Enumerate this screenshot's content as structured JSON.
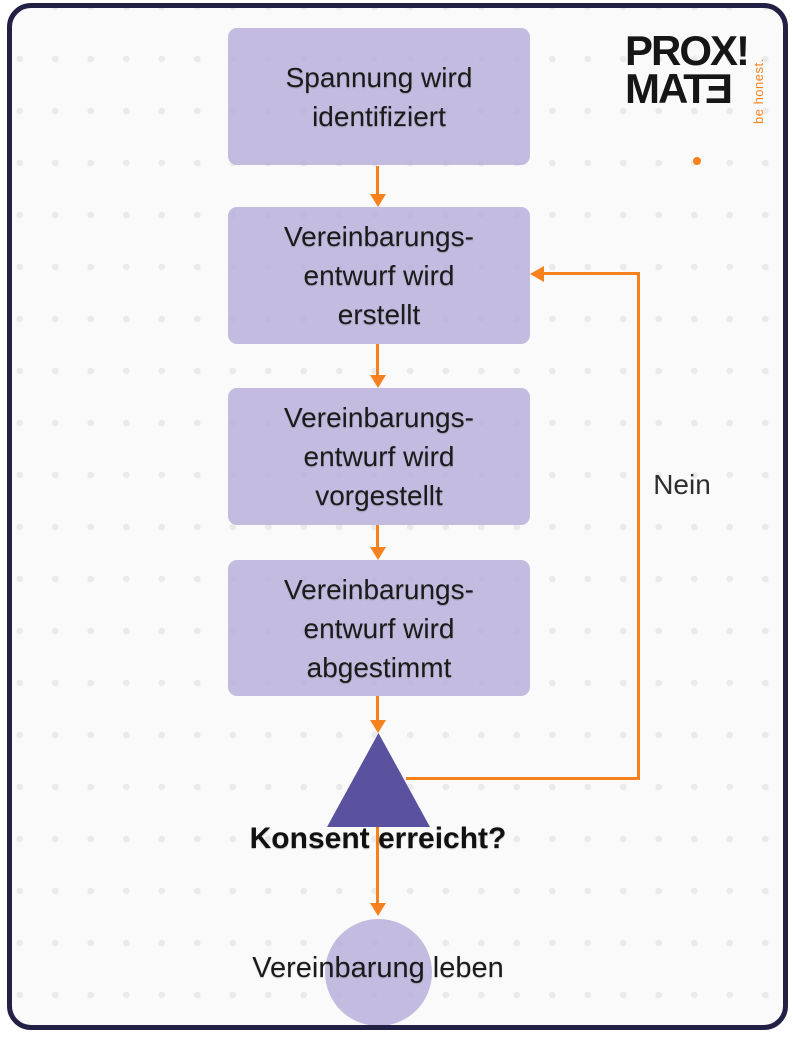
{
  "page": {
    "background": "#fafafa",
    "border_color": "#232046",
    "dot_color": "#eaeaea"
  },
  "logo": {
    "line1": "PROX!",
    "line2_prefix": "MAT",
    "line2_mirrored_letter": "E",
    "tagline": "be honest.",
    "text_color": "#161616",
    "accent": "#f5821f"
  },
  "flowchart": {
    "accent": "#f5821f",
    "node_fill": "#c2badf",
    "decision_fill": "#5b53a0",
    "steps": [
      {
        "lines": [
          "Spannung wird",
          "identifiziert"
        ]
      },
      {
        "lines": [
          "Vereinbarungs-",
          "entwurf wird",
          "erstellt"
        ]
      },
      {
        "lines": [
          "Vereinbarungs-",
          "entwurf wird",
          "vorgestellt"
        ]
      },
      {
        "lines": [
          "Vereinbarungs-",
          "entwurf wird",
          "abgestimmt"
        ]
      }
    ],
    "decision_label": "Konsent erreicht?",
    "branch_no_label": "Nein",
    "end_label": "Vereinbarung leben"
  }
}
